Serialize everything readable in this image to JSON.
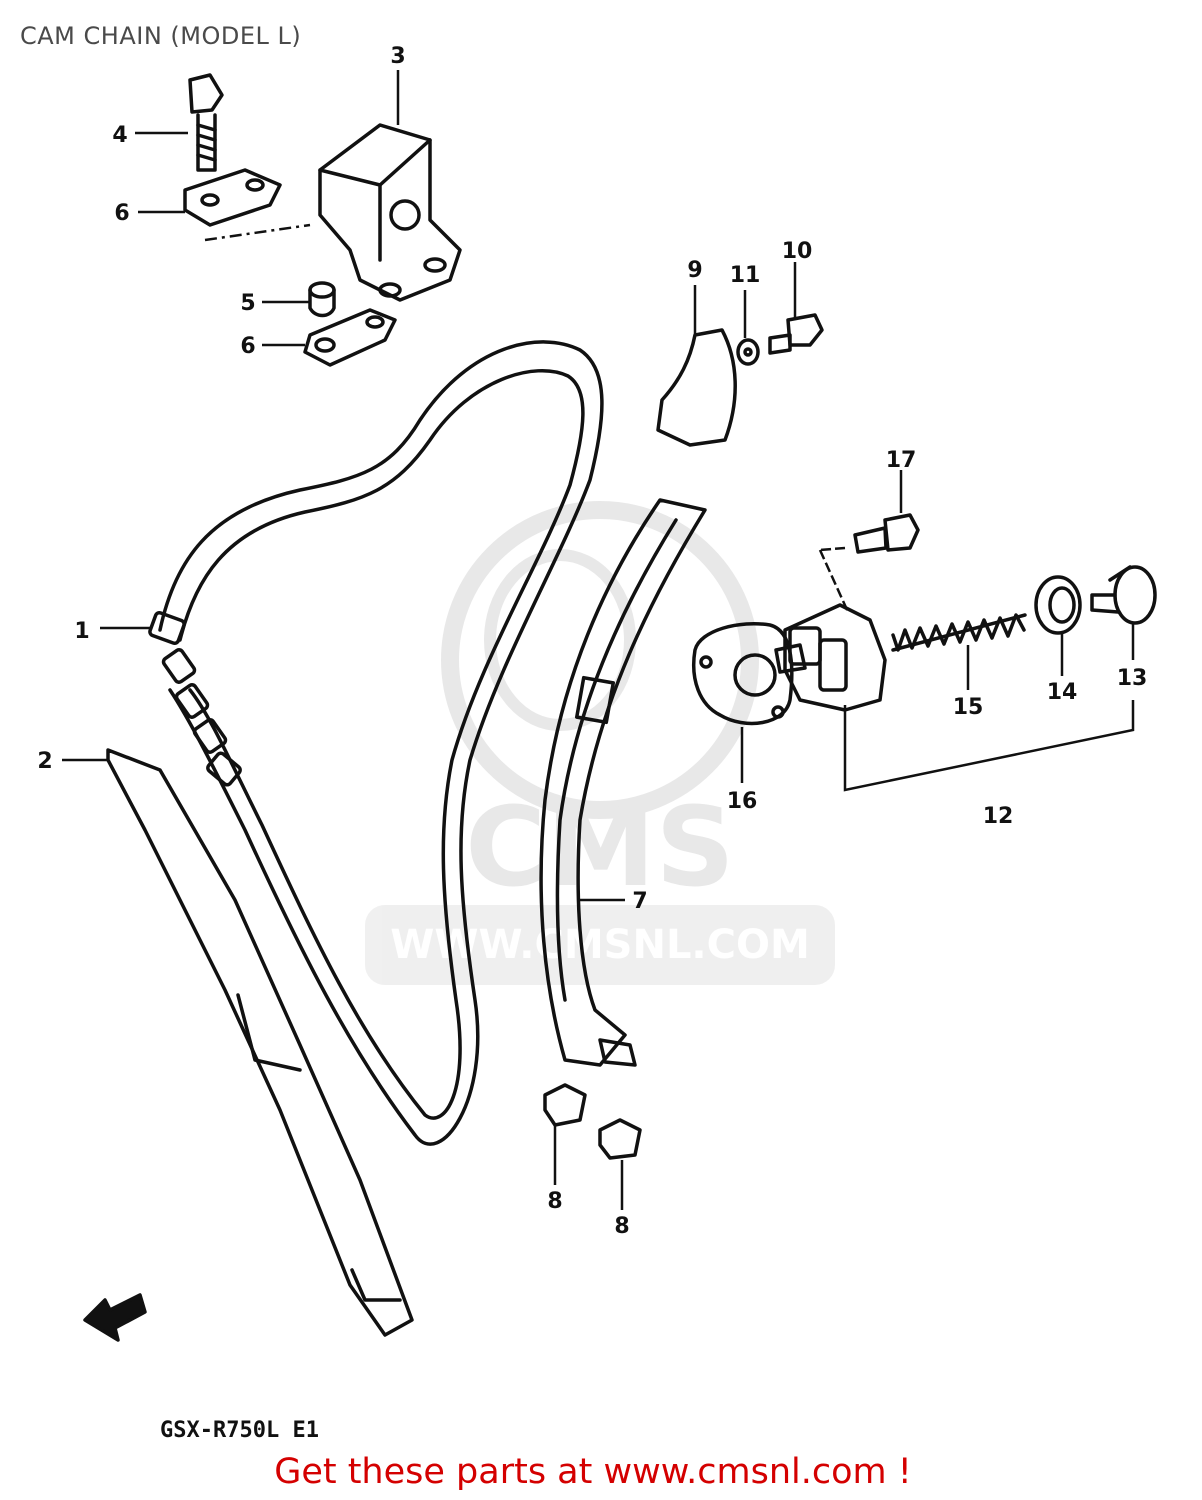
{
  "title": "CAM CHAIN (MODEL L)",
  "model_code": "GSX-R750L E1",
  "promo_text": "Get these parts at www.cmsnl.com !",
  "watermark": {
    "logo": "CMS",
    "url": "WWW.CMSNL.COM"
  },
  "callouts": {
    "c1": "1",
    "c2": "2",
    "c3": "3",
    "c4": "4",
    "c5": "5",
    "c6a": "6",
    "c6b": "6",
    "c7": "7",
    "c8a": "8",
    "c8b": "8",
    "c9": "9",
    "c10": "10",
    "c11": "11",
    "c12": "12",
    "c13": "13",
    "c14": "14",
    "c15": "15",
    "c16": "16",
    "c17": "17"
  },
  "colors": {
    "ink": "#111111",
    "promo": "#d40000",
    "watermark": "#d6d6d6"
  },
  "icons": {
    "front-arrow": "front-direction-arrow-icon"
  }
}
